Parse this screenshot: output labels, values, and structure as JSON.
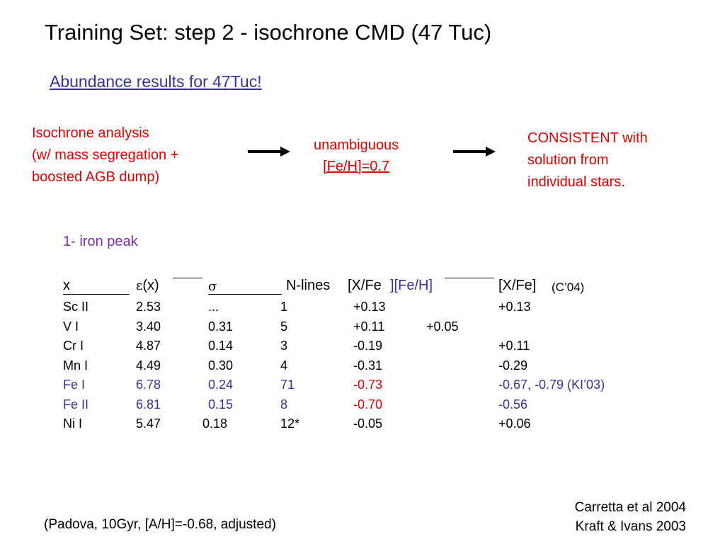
{
  "slide": {
    "title": "Training Set:  step 2 - isochrone CMD (47 Tuc)",
    "subtitle": "Abundance results for 47Tuc!"
  },
  "flow": {
    "iso_lines": [
      "Isochrone analysis",
      "(w/ mass segregation +",
      "boosted AGB dump)"
    ],
    "unamb_lines": [
      "unambiguous",
      "[Fe/H]=0.7"
    ],
    "consist_lines": [
      "CONSISTENT with",
      "solution from",
      "individual stars."
    ]
  },
  "section_label": "1- iron peak",
  "table": {
    "headers": {
      "x": "x",
      "eps": "ε",
      "eps_tail": "(x)",
      "sigma": "σ",
      "nlines": "N-lines",
      "xfe": "[X/Fe",
      "feh": "][Fe/H]",
      "xfe04": "[X/Fe]",
      "c04": "(C’04)"
    },
    "rows": [
      {
        "x": "Sc II",
        "eps": "2.53",
        "sigma": "...",
        "n": "1",
        "xfe": "+0.13",
        "feh": "",
        "xfe04": "+0.13",
        "hl": false
      },
      {
        "x": "V  I",
        "eps": "3.40",
        "sigma": "0.31",
        "n": "5",
        "xfe": "+0.11",
        "feh": "+0.05",
        "xfe04": "",
        "hl": false
      },
      {
        "x": "Cr I",
        "eps": "4.87",
        "sigma": "0.14",
        "n": "3",
        "xfe": "-0.19",
        "feh": "",
        "xfe04": "+0.11",
        "hl": false
      },
      {
        "x": "Mn I",
        "eps": "4.49",
        "sigma": "0.30",
        "n": "4",
        "xfe": "-0.31",
        "feh": "",
        "xfe04": "-0.29",
        "hl": false
      },
      {
        "x": "Fe I",
        "eps": "6.78",
        "sigma": "0.24",
        "n": "71",
        "xfe": "-0.73",
        "feh": "",
        "xfe04": "-0.67, -0.79 (KI’03)",
        "hl": true
      },
      {
        "x": "Fe II",
        "eps": "6.81",
        "sigma": "0.15",
        "n": "8",
        "xfe": "-0.70",
        "feh": "",
        "xfe04": "-0.56",
        "hl": true
      },
      {
        "x": "Ni I",
        "eps": "5.47",
        "sigma": "0.18",
        "n": "12*",
        "xfe": "-0.05",
        "feh": "",
        "xfe04": "+0.06",
        "hl": false
      }
    ]
  },
  "footer": {
    "left": "(Padova, 10Gyr, [A/H]=-0.68, adjusted)",
    "right_lines": [
      "Carretta et al 2004",
      "Kraft & Ivans 2003"
    ]
  },
  "colors": {
    "subtitle": "#333399",
    "red": "#e00000",
    "purple": "#7b2f9e",
    "blue": "#333399"
  }
}
